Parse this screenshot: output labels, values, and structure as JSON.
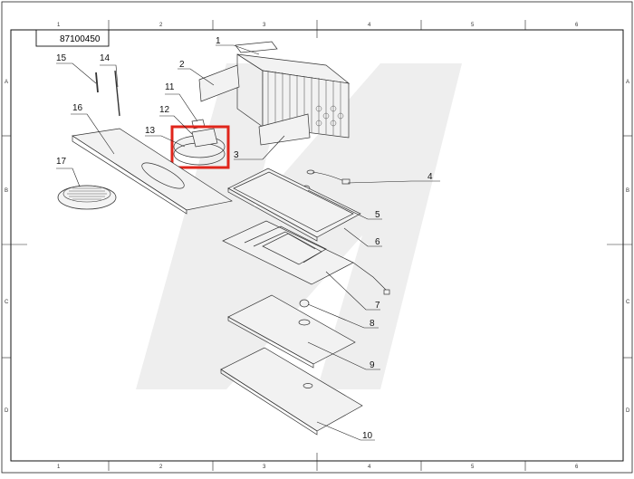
{
  "drawing": {
    "part_number": "87100450",
    "highlight_color": "#e0251b",
    "line_color": "#333333",
    "watermark_color": "#eeeeee"
  },
  "border": {
    "columns": [
      "1",
      "2",
      "3",
      "4",
      "5",
      "6"
    ],
    "rows": [
      "A",
      "B",
      "C",
      "D"
    ]
  },
  "callouts": [
    {
      "id": "1"
    },
    {
      "id": "2"
    },
    {
      "id": "3"
    },
    {
      "id": "4"
    },
    {
      "id": "5"
    },
    {
      "id": "6"
    },
    {
      "id": "7"
    },
    {
      "id": "8"
    },
    {
      "id": "9"
    },
    {
      "id": "10"
    },
    {
      "id": "11"
    },
    {
      "id": "12"
    },
    {
      "id": "13"
    },
    {
      "id": "14"
    },
    {
      "id": "15"
    },
    {
      "id": "16"
    },
    {
      "id": "17"
    }
  ],
  "highlighted_callout": "12"
}
